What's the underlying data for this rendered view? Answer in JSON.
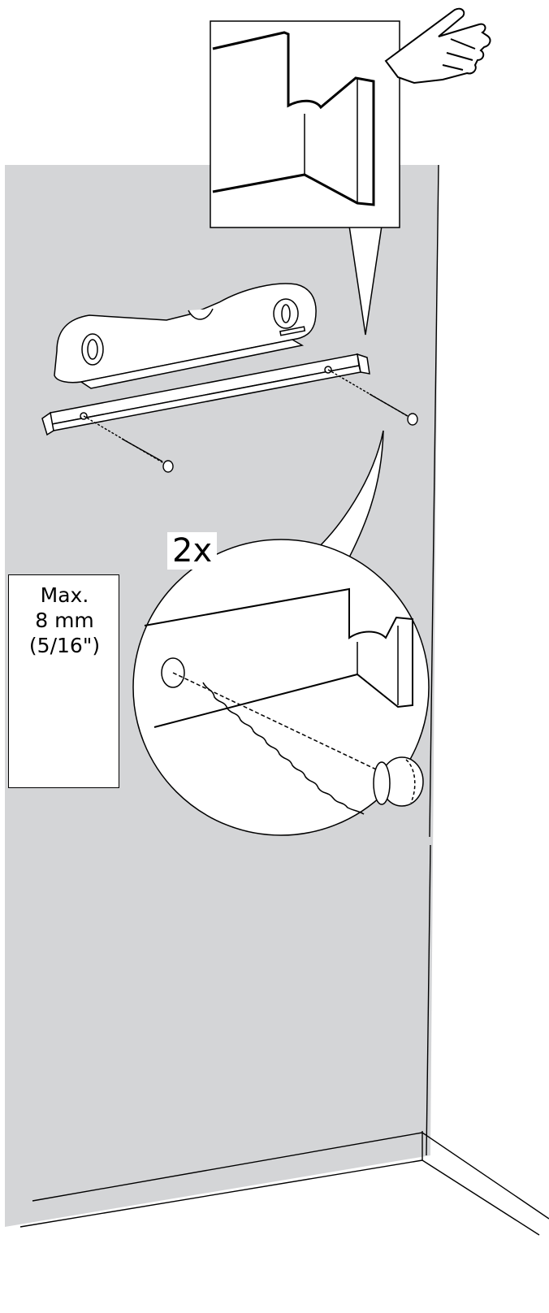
{
  "colors": {
    "wall": "#d4d5d7",
    "line": "#000000",
    "paper": "#ffffff"
  },
  "icons": [
    "pointing-hand-icon"
  ],
  "screw_limit": {
    "line1": "Max.",
    "line2": "8 mm",
    "line3": "(5/16\")"
  },
  "quantity_label": "2x"
}
